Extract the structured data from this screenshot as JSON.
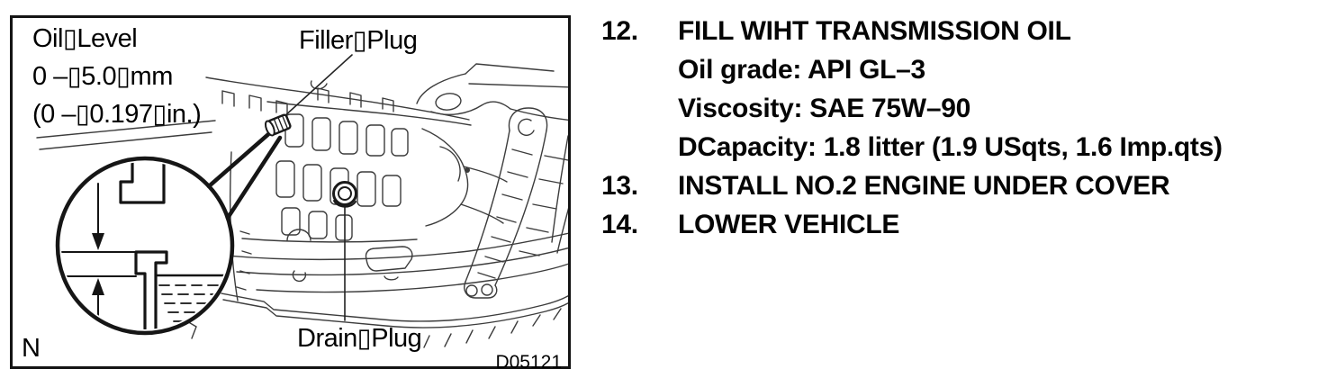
{
  "figure": {
    "note": {
      "line1": "Oil▯Level",
      "line2": "0 –▯5.0▯mm",
      "line3": "(0 –▯0.197▯in.)"
    },
    "labels": {
      "filler_plug": "Filler▯Plug",
      "drain_plug": "Drain▯Plug"
    },
    "corner_mark": "N",
    "figure_code": "D05121"
  },
  "instructions": {
    "items": [
      {
        "number": "12.",
        "title": "FILL WIHT TRANSMISSION OIL",
        "details": [
          "Oil grade: API GL–3",
          "Viscosity: SAE 75W–90",
          "DCapacity: 1.8 litter (1.9 USqts, 1.6 Imp.qts)"
        ]
      },
      {
        "number": "13.",
        "title": "INSTALL NO.2 ENGINE UNDER COVER",
        "details": []
      },
      {
        "number": "14.",
        "title": "LOWER VEHICLE",
        "details": []
      }
    ]
  },
  "colors": {
    "ink": "#050505",
    "frame": "#141414",
    "drawing_line": "#3c3c3c",
    "callout_line": "#161616",
    "background": "#ffffff"
  }
}
